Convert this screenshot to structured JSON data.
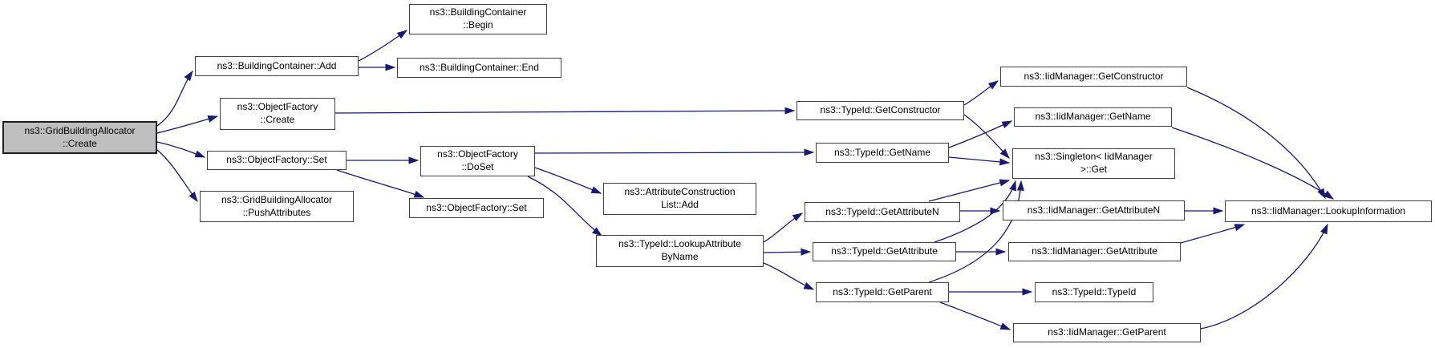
{
  "diagram": {
    "kind": "doxygen-call-graph",
    "colors": {
      "background": "#ffffff",
      "edge": "#191970",
      "node_border": "#404040",
      "node_fill": "#ffffff",
      "highlight_fill": "#bfbfbf",
      "text": "#000000"
    },
    "nodes": [
      {
        "id": "grid-create",
        "label": "ns3::GridBuildingAllocator\n::Create",
        "highlighted": true
      },
      {
        "id": "building-container-add",
        "label": "ns3::BuildingContainer::Add",
        "highlighted": false
      },
      {
        "id": "building-container-begin",
        "label": "ns3::BuildingContainer\n::Begin",
        "highlighted": false
      },
      {
        "id": "building-container-end",
        "label": "ns3::BuildingContainer::End",
        "highlighted": false
      },
      {
        "id": "object-factory-create",
        "label": "ns3::ObjectFactory\n::Create",
        "highlighted": false
      },
      {
        "id": "object-factory-set",
        "label": "ns3::ObjectFactory::Set",
        "highlighted": false
      },
      {
        "id": "grid-push-attributes",
        "label": "ns3::GridBuildingAllocator\n::PushAttributes",
        "highlighted": false
      },
      {
        "id": "object-factory-doset",
        "label": "ns3::ObjectFactory\n::DoSet",
        "highlighted": false
      },
      {
        "id": "object-factory-set-2",
        "label": "ns3::ObjectFactory::Set",
        "highlighted": false
      },
      {
        "id": "attribute-construction-list-add",
        "label": "ns3::AttributeConstruction\nList::Add",
        "highlighted": false
      },
      {
        "id": "typeid-lookup-attribute-by-name",
        "label": "ns3::TypeId::LookupAttribute\nByName",
        "highlighted": false
      },
      {
        "id": "typeid-get-constructor",
        "label": "ns3::TypeId::GetConstructor",
        "highlighted": false
      },
      {
        "id": "typeid-get-name",
        "label": "ns3::TypeId::GetName",
        "highlighted": false
      },
      {
        "id": "typeid-get-attribute-n",
        "label": "ns3::TypeId::GetAttributeN",
        "highlighted": false
      },
      {
        "id": "typeid-get-attribute",
        "label": "ns3::TypeId::GetAttribute",
        "highlighted": false
      },
      {
        "id": "typeid-get-parent",
        "label": "ns3::TypeId::GetParent",
        "highlighted": false
      },
      {
        "id": "iid-get-constructor",
        "label": "ns3::IidManager::GetConstructor",
        "highlighted": false
      },
      {
        "id": "iid-get-name",
        "label": "ns3::IidManager::GetName",
        "highlighted": false
      },
      {
        "id": "singleton-get",
        "label": "ns3::Singleton< IidManager\n>::Get",
        "highlighted": false
      },
      {
        "id": "iid-get-attribute-n",
        "label": "ns3::IidManager::GetAttributeN",
        "highlighted": false
      },
      {
        "id": "iid-get-attribute",
        "label": "ns3::IidManager::GetAttribute",
        "highlighted": false
      },
      {
        "id": "typeid-typeid",
        "label": "ns3::TypeId::TypeId",
        "highlighted": false
      },
      {
        "id": "iid-get-parent",
        "label": "ns3::IidManager::GetParent",
        "highlighted": false
      },
      {
        "id": "iid-lookup-information",
        "label": "ns3::IidManager::LookupInformation",
        "highlighted": false
      }
    ],
    "edges": [
      {
        "from": "grid-create",
        "to": "building-container-add"
      },
      {
        "from": "grid-create",
        "to": "object-factory-create"
      },
      {
        "from": "grid-create",
        "to": "object-factory-set"
      },
      {
        "from": "grid-create",
        "to": "grid-push-attributes"
      },
      {
        "from": "building-container-add",
        "to": "building-container-begin"
      },
      {
        "from": "building-container-add",
        "to": "building-container-end"
      },
      {
        "from": "object-factory-create",
        "to": "typeid-get-constructor"
      },
      {
        "from": "object-factory-set",
        "to": "object-factory-doset"
      },
      {
        "from": "object-factory-set",
        "to": "object-factory-set-2"
      },
      {
        "from": "object-factory-doset",
        "to": "typeid-get-name"
      },
      {
        "from": "object-factory-doset",
        "to": "attribute-construction-list-add"
      },
      {
        "from": "object-factory-doset",
        "to": "typeid-lookup-attribute-by-name"
      },
      {
        "from": "typeid-lookup-attribute-by-name",
        "to": "typeid-get-attribute-n"
      },
      {
        "from": "typeid-lookup-attribute-by-name",
        "to": "typeid-get-attribute"
      },
      {
        "from": "typeid-lookup-attribute-by-name",
        "to": "typeid-get-parent"
      },
      {
        "from": "typeid-get-constructor",
        "to": "iid-get-constructor"
      },
      {
        "from": "typeid-get-constructor",
        "to": "singleton-get"
      },
      {
        "from": "typeid-get-name",
        "to": "iid-get-name"
      },
      {
        "from": "typeid-get-name",
        "to": "singleton-get"
      },
      {
        "from": "typeid-get-attribute-n",
        "to": "iid-get-attribute-n"
      },
      {
        "from": "typeid-get-attribute-n",
        "to": "singleton-get"
      },
      {
        "from": "typeid-get-attribute",
        "to": "iid-get-attribute"
      },
      {
        "from": "typeid-get-attribute",
        "to": "singleton-get"
      },
      {
        "from": "typeid-get-parent",
        "to": "typeid-typeid"
      },
      {
        "from": "typeid-get-parent",
        "to": "iid-get-parent"
      },
      {
        "from": "typeid-get-parent",
        "to": "singleton-get"
      },
      {
        "from": "iid-get-constructor",
        "to": "iid-lookup-information"
      },
      {
        "from": "iid-get-name",
        "to": "iid-lookup-information"
      },
      {
        "from": "iid-get-attribute-n",
        "to": "iid-lookup-information"
      },
      {
        "from": "iid-get-attribute",
        "to": "iid-lookup-information"
      },
      {
        "from": "iid-get-parent",
        "to": "iid-lookup-information"
      }
    ]
  }
}
